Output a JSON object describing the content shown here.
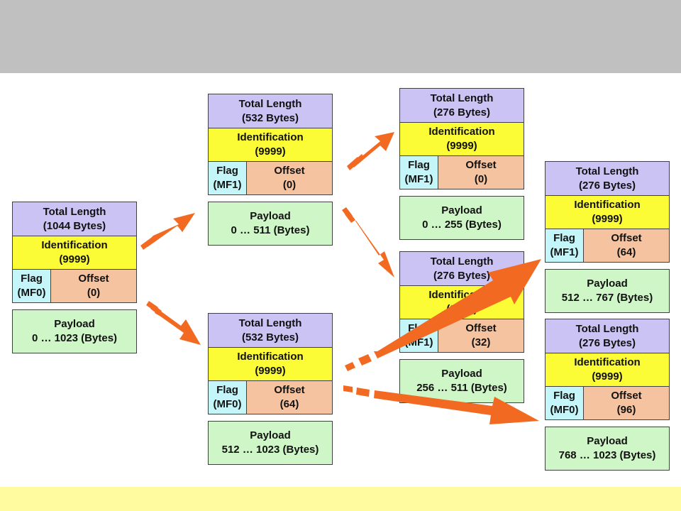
{
  "colors": {
    "top_band": "#c0c0c0",
    "bottom_band": "#fffb9e",
    "total_length": "#cbc3f4",
    "identification": "#fbfb36",
    "flag": "#c4f5f8",
    "offset": "#f5c39f",
    "payload": "#cef6c6",
    "arrow": "#f26a22"
  },
  "packets": {
    "original": {
      "len_label": "Total Length",
      "len_value": "(1044 Bytes)",
      "id_label": "Identification",
      "id_value": "(9999)",
      "flag_label": "Flag",
      "flag_value": "(MF0)",
      "offset_label": "Offset",
      "offset_value": "(0)",
      "payload_label": "Payload",
      "payload_range": "0 … 1023 (Bytes)"
    },
    "frag1": {
      "len_label": "Total Length",
      "len_value": "(532 Bytes)",
      "id_label": "Identification",
      "id_value": "(9999)",
      "flag_label": "Flag",
      "flag_value": "(MF1)",
      "offset_label": "Offset",
      "offset_value": "(0)",
      "payload_label": "Payload",
      "payload_range": "0 … 511 (Bytes)"
    },
    "frag2": {
      "len_label": "Total Length",
      "len_value": "(532 Bytes)",
      "id_label": "Identification",
      "id_value": "(9999)",
      "flag_label": "Flag",
      "flag_value": "(MF0)",
      "offset_label": "Offset",
      "offset_value": "(64)",
      "payload_label": "Payload",
      "payload_range": "512 … 1023 (Bytes)"
    },
    "frag1a": {
      "len_label": "Total Length",
      "len_value": "(276 Bytes)",
      "id_label": "Identification",
      "id_value": "(9999)",
      "flag_label": "Flag",
      "flag_value": "(MF1)",
      "offset_label": "Offset",
      "offset_value": "(0)",
      "payload_label": "Payload",
      "payload_range": "0 … 255 (Bytes)"
    },
    "frag1b": {
      "len_label": "Total Length",
      "len_value": "(276 Bytes)",
      "id_label": "Identification",
      "id_value": "(9999)",
      "flag_label": "Flag",
      "flag_value": "(MF1)",
      "offset_label": "Offset",
      "offset_value": "(32)",
      "payload_label": "Payload",
      "payload_range": "256 … 511 (Bytes)"
    },
    "frag2a": {
      "len_label": "Total Length",
      "len_value": "(276 Bytes)",
      "id_label": "Identification",
      "id_value": "(9999)",
      "flag_label": "Flag",
      "flag_value": "(MF1)",
      "offset_label": "Offset",
      "offset_value": "(64)",
      "payload_label": "Payload",
      "payload_range": "512 … 767 (Bytes)"
    },
    "frag2b": {
      "len_label": "Total Length",
      "len_value": "(276 Bytes)",
      "id_label": "Identification",
      "id_value": "(9999)",
      "flag_label": "Flag",
      "flag_value": "(MF0)",
      "offset_label": "Offset",
      "offset_value": "(96)",
      "payload_label": "Payload",
      "payload_range": "768 … 1023 (Bytes)"
    }
  }
}
